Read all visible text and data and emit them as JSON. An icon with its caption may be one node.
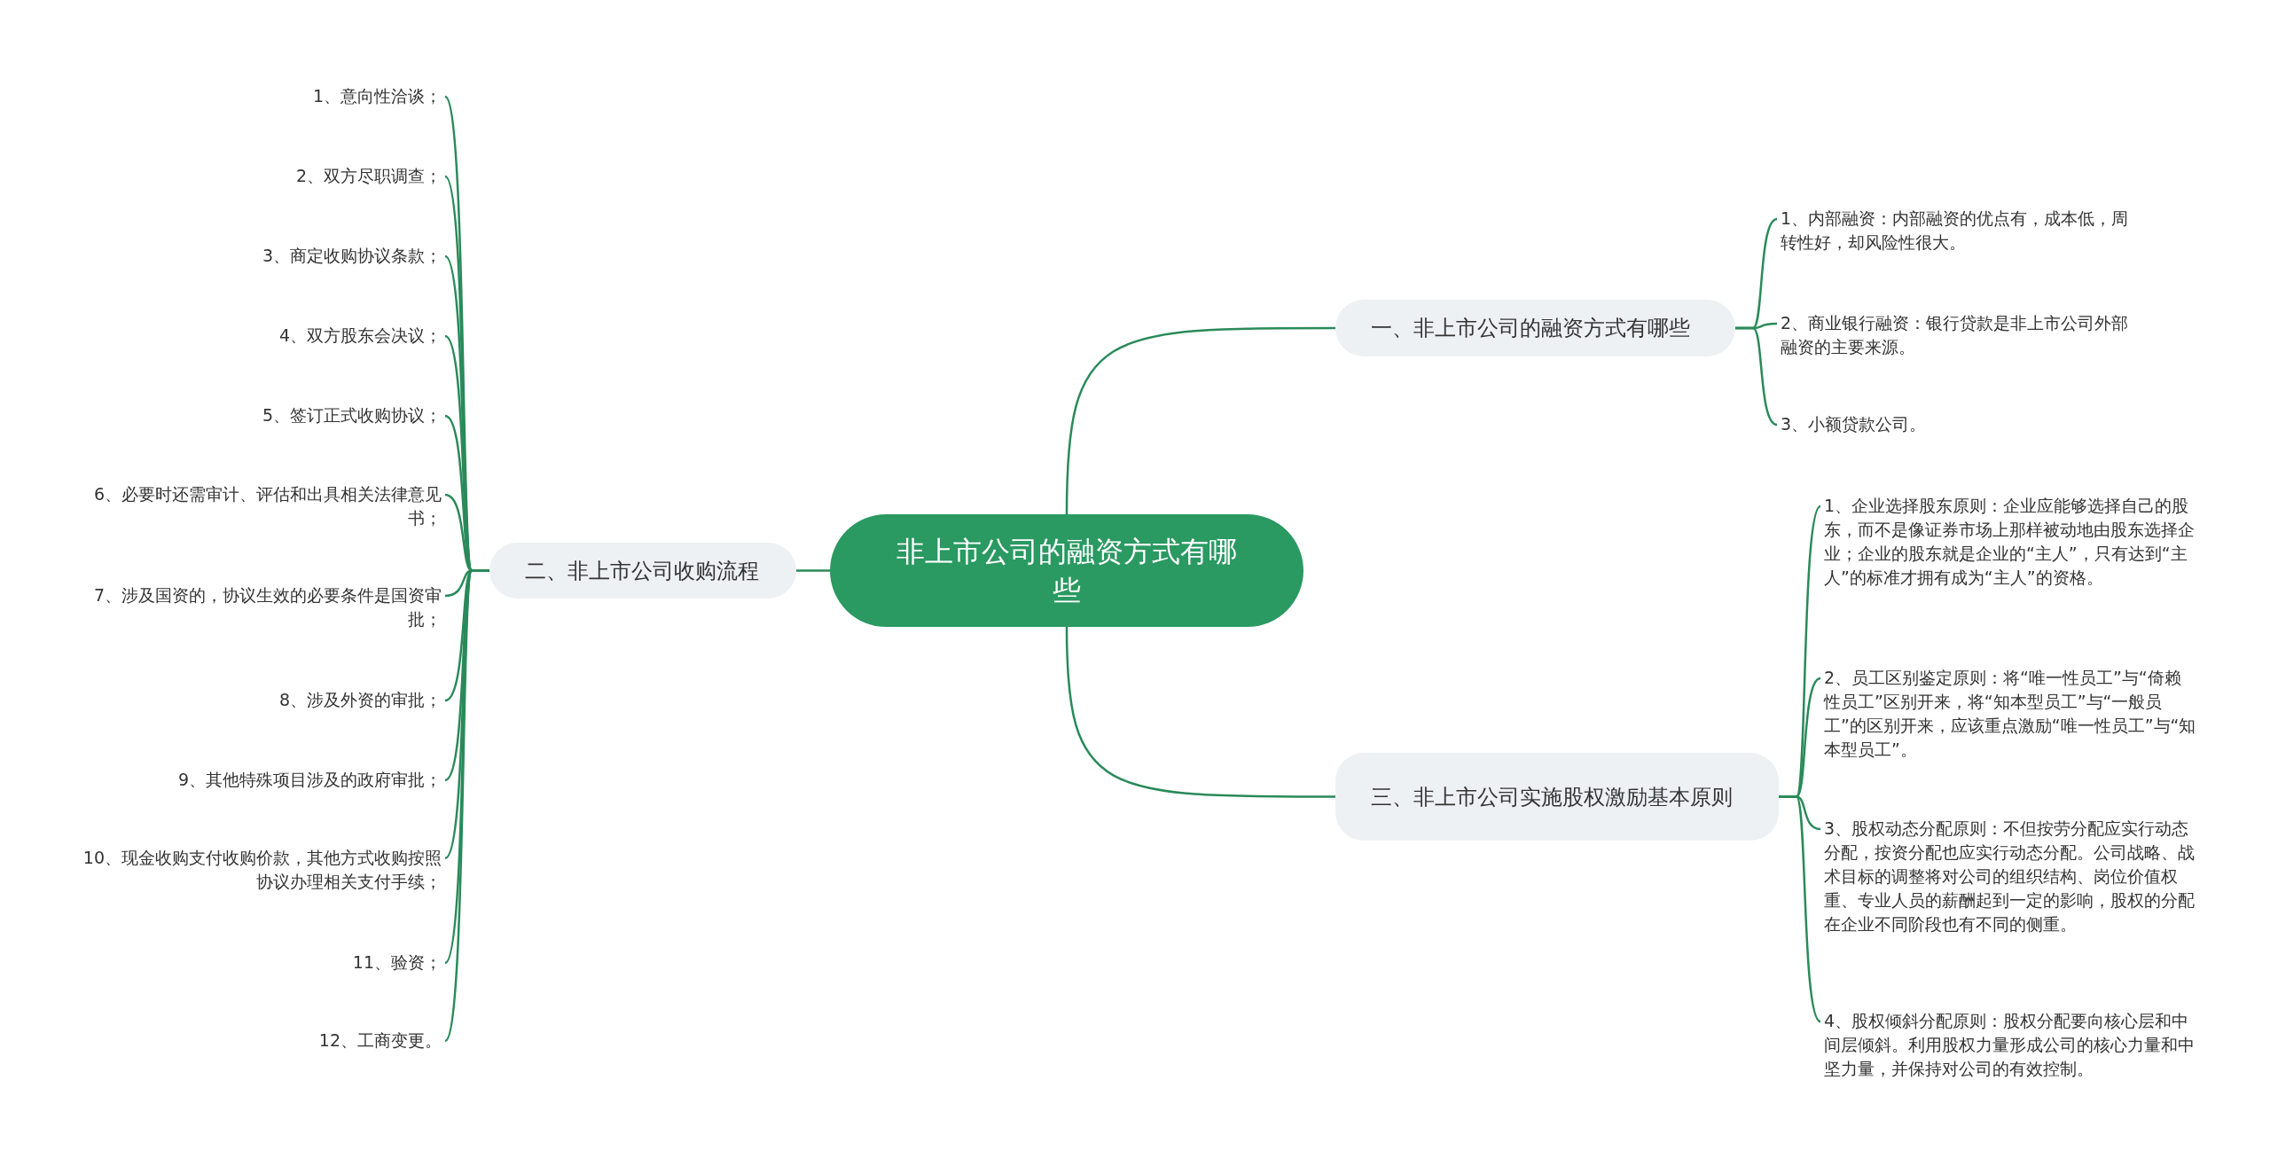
{
  "diagram": {
    "nodes": [
      {
        "text": [
          "非上市公司的融资方式有哪些"
        ]
      },
      {
        "text": [
          "一、非上市公司的融资方式有哪些"
        ]
      },
      {
        "text": [
          "1、内部融资：内部融资的优点有，成本低，周转性好，却风险性很大。"
        ]
      },
      {
        "text": [
          "2、商业银行融资：银行贷款是非上市公司外部融资的主要来源。"
        ]
      },
      {
        "text": [
          "3、小额贷款公司。"
        ]
      },
      {
        "text": [
          "二、非上市公司收购流程"
        ]
      },
      {
        "text": [
          "1、意向性洽谈；"
        ]
      },
      {
        "text": [
          "2、双方尽职调查；"
        ]
      },
      {
        "text": [
          "3、商定收购协议条款；"
        ]
      },
      {
        "text": [
          "4、双方股东会决议；"
        ]
      },
      {
        "text": [
          "5、签订正式收购协议；"
        ]
      },
      {
        "text": [
          "6、必要时还需审计、评估和出具相关法律意见书；"
        ]
      },
      {
        "text": [
          "7、涉及国资的，协议生效的必要条件是国资审批；"
        ]
      },
      {
        "text": [
          "8、涉及外资的审批；"
        ]
      },
      {
        "text": [
          "9、其他特殊项目涉及的政府审批；"
        ]
      },
      {
        "text": [
          "10、现金收购支付收购价款，其他方式收购按照协议办理相关支付手续；"
        ]
      },
      {
        "text": [
          "11、验资；"
        ]
      },
      {
        "text": [
          "12、工商变更。"
        ]
      },
      {
        "text": [
          "三、非上市公司实施股权激励基本原则"
        ]
      },
      {
        "text": [
          "1、企业选择股东原则：企业应能够选择自己的股东，而不是像证券市场上那样被动地由股东选择企业；企业的股东就是企业的“主人”，只有达到“主人”的标准才拥有成为“主人”的资格。"
        ]
      },
      {
        "text": [
          "2、员工区别鉴定原则：将“唯一性员工”与“倚赖性员工”区别开来，将“知本型员工”与“一般员工”的区别开来，应该重点激励“唯一性员工”与“知本型员工”。"
        ]
      },
      {
        "text": [
          "3、股权动态分配原则：不但按劳分配应实行动态分配，按资分配也应实行动态分配。公司战略、战术目标的调整将对公司的组织结构、岗位价值权重、专业人员的薪酬起到一定的影响，股权的分配在企业不同阶段也有不同的侧重。"
        ]
      },
      {
        "text": [
          "4、股权倾斜分配原则：股权分配要向核心层和中间层倾斜。利用股权力量形成公司的核心力量和中坚力量，并保持对公司的有效控制。"
        ]
      }
    ],
    "edges": [
      {
        "from": 0,
        "to": 1,
        "arrow": "none"
      },
      {
        "from": 0,
        "to": 5,
        "arrow": "none"
      },
      {
        "from": 0,
        "to": 18,
        "arrow": "none"
      },
      {
        "from": 1,
        "to": 2,
        "arrow": "none"
      },
      {
        "from": 1,
        "to": 3,
        "arrow": "none"
      },
      {
        "from": 1,
        "to": 4,
        "arrow": "none"
      },
      {
        "from": 5,
        "to": 6,
        "arrow": "none"
      },
      {
        "from": 5,
        "to": 7,
        "arrow": "none"
      },
      {
        "from": 5,
        "to": 8,
        "arrow": "none"
      },
      {
        "from": 5,
        "to": 9,
        "arrow": "none"
      },
      {
        "from": 5,
        "to": 10,
        "arrow": "none"
      },
      {
        "from": 5,
        "to": 11,
        "arrow": "none"
      },
      {
        "from": 5,
        "to": 12,
        "arrow": "none"
      },
      {
        "from": 5,
        "to": 13,
        "arrow": "none"
      },
      {
        "from": 5,
        "to": 14,
        "arrow": "none"
      },
      {
        "from": 5,
        "to": 15,
        "arrow": "none"
      },
      {
        "from": 5,
        "to": 16,
        "arrow": "none"
      },
      {
        "from": 5,
        "to": 17,
        "arrow": "none"
      },
      {
        "from": 18,
        "to": 19,
        "arrow": "none"
      },
      {
        "from": 18,
        "to": 20,
        "arrow": "none"
      },
      {
        "from": 18,
        "to": 21,
        "arrow": "none"
      },
      {
        "from": 18,
        "to": 22,
        "arrow": "none"
      }
    ]
  }
}
